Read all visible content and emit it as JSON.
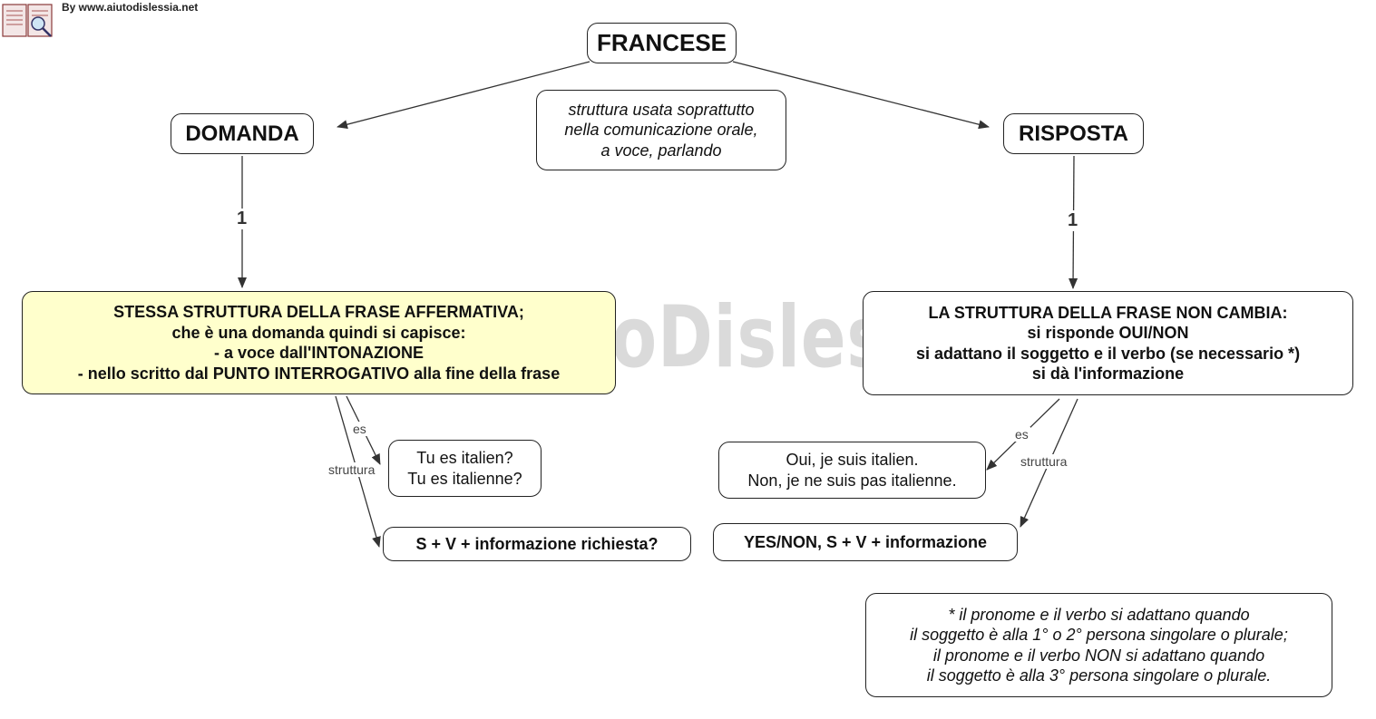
{
  "header": {
    "credit": "By www.aiutodislessia.net"
  },
  "watermark": "By AiutoDislessia.net",
  "nodes": {
    "root": "FRANCESE",
    "note_top": [
      "struttura usata soprattutto",
      "nella comunicazione orale,",
      "a voce, parlando"
    ],
    "domanda": "DOMANDA",
    "risposta": "RISPOSTA",
    "domanda_detail": [
      "STESSA STRUTTURA DELLA FRASE AFFERMATIVA;",
      "che è una domanda quindi si capisce:",
      "- a voce dall'INTONAZIONE",
      "- nello scritto dal PUNTO INTERROGATIVO alla fine della frase"
    ],
    "risposta_detail": [
      "LA STRUTTURA DELLA FRASE NON CAMBIA:",
      "si risponde OUI/NON",
      "si adattano il soggetto e il verbo (se necessario *)",
      "si dà l'informazione"
    ],
    "domanda_example": [
      "Tu es italien?",
      "Tu es italienne?"
    ],
    "domanda_structure": "S + V + informazione richiesta?",
    "risposta_example": [
      "Oui, je suis italien.",
      "Non, je ne suis pas italienne."
    ],
    "risposta_structure": "YES/NON, S + V + informazione",
    "footnote": [
      "* il pronome e il verbo si adattano quando",
      "il soggetto è alla 1° o 2° persona singolare o plurale;",
      "il pronome e il verbo NON si adattano quando",
      "il soggetto è alla 3° persona singolare o plurale."
    ]
  },
  "edge_labels": {
    "domanda_link": "1",
    "risposta_link": "1",
    "domanda_es": "es",
    "domanda_struttura": "struttura",
    "risposta_es": "es",
    "risposta_struttura": "struttura"
  }
}
